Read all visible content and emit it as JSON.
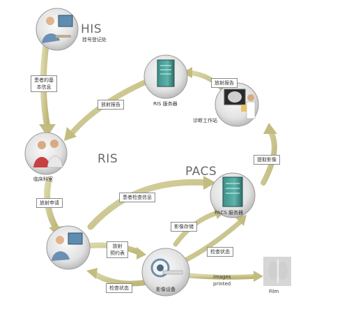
{
  "systems": {
    "his": "HIS",
    "ris": "RIS",
    "pacs": "PACS"
  },
  "nodes": {
    "registration": "挂号登记处",
    "clinical": "临床科室",
    "ris_server": "RIS 服务器",
    "workstation": "诊断工作站",
    "pacs_server": "PACS 服务器",
    "imaging": "影像设备",
    "film": "Film"
  },
  "flows": {
    "patient_info_line1": "患者的基",
    "patient_info_line2": "本信息",
    "report_ris": "放射报告",
    "report_ws": "放射报告",
    "request": "放射申请",
    "exam_info": "患者检查信息",
    "retrieve": "提取影像",
    "store": "影像存储",
    "appointment_line1": "放射",
    "appointment_line2": "预约表",
    "status_pacs": "检查状态",
    "status_back": "检查状态",
    "printed_line1": "images",
    "printed_line2": "printed"
  },
  "colors": {
    "arrow": "#c8c48a",
    "arrow_dark": "#a9a46a",
    "node_bg": "#e9e9e9"
  }
}
